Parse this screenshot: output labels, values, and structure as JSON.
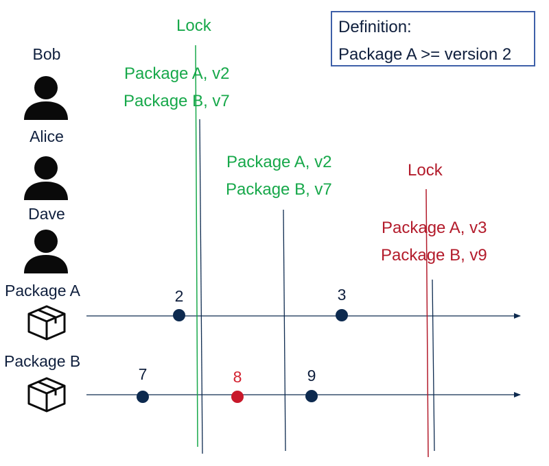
{
  "definition": {
    "title": "Definition:",
    "rule": "Package A >= version 2"
  },
  "actors": [
    {
      "name": "Bob",
      "icon": "person-icon"
    },
    {
      "name": "Alice",
      "icon": "person-icon"
    },
    {
      "name": "Dave",
      "icon": "person-icon"
    }
  ],
  "packages": [
    {
      "name": "Package A",
      "icon": "package-box-icon",
      "versions": [
        {
          "label": "2",
          "color": "#0d2a4f"
        },
        {
          "label": "3",
          "color": "#0d2a4f"
        }
      ]
    },
    {
      "name": "Package B",
      "icon": "package-box-icon",
      "versions": [
        {
          "label": "7",
          "color": "#0d2a4f"
        },
        {
          "label": "8",
          "color": "#c8182a"
        },
        {
          "label": "9",
          "color": "#0d2a4f"
        }
      ]
    }
  ],
  "events": {
    "bob_lock": {
      "title": "Lock",
      "line1": "Package A, v2",
      "line2": "Package B, v7",
      "color": "#17a84a"
    },
    "alice_state": {
      "line1": "Package A, v2",
      "line2": "Package B, v7",
      "color": "#17a84a"
    },
    "dave_lock": {
      "title": "Lock",
      "line1": "Package A, v3",
      "line2": "Package B, v9",
      "color": "#b31b2b"
    }
  },
  "colors": {
    "navy": "#0d2a4f",
    "green": "#17a84a",
    "red": "#b31b2b",
    "box_border": "#3d5fa8"
  }
}
